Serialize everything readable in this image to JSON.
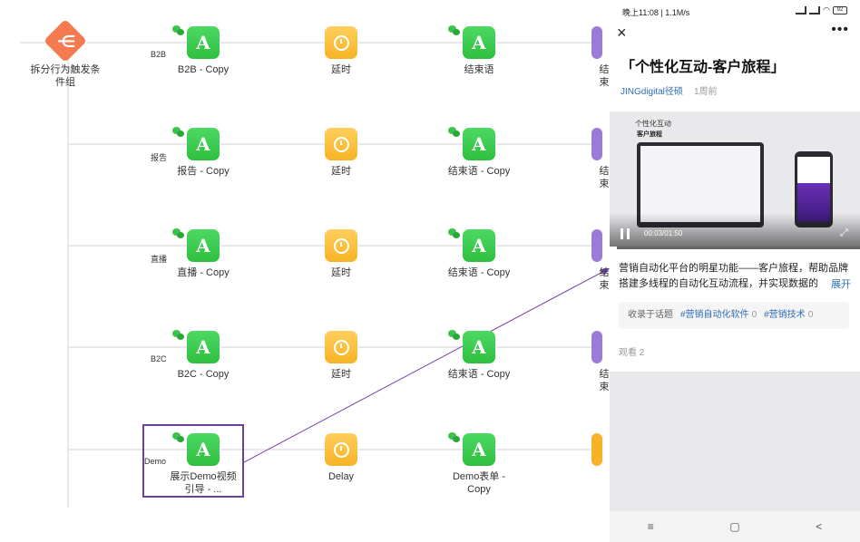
{
  "flow": {
    "start_label": "拆分行为触发条件组",
    "rows": [
      {
        "branch": "B2B",
        "node1": "B2B - Copy",
        "delay": "延时",
        "node3": "结束语",
        "node4": "结束"
      },
      {
        "branch": "报告",
        "node1": "报告 - Copy",
        "delay": "延时",
        "node3": "结束语 - Copy",
        "node4": "结束"
      },
      {
        "branch": "直播",
        "node1": "直播 - Copy",
        "delay": "延时",
        "node3": "结束语 - Copy",
        "node4": "结束"
      },
      {
        "branch": "B2C",
        "node1": "B2C - Copy",
        "delay": "延时",
        "node3": "结束语 - Copy",
        "node4": "结束"
      },
      {
        "branch": "Demo",
        "node1": "展示Demo视频引导 - ...",
        "delay": "Delay",
        "node3": "Demo表单 - Copy",
        "node4": ""
      }
    ],
    "node_glyph": "A",
    "colors": {
      "green": "#2fbf3c",
      "yellow": "#f7b326",
      "purple": "#9b7bd8",
      "highlight": "#6b3fa0"
    }
  },
  "phone": {
    "status_time": "晚上11:08 | 1.1M/s",
    "battery": "92",
    "close_icon": "×",
    "more_icon": "•••",
    "title": "「个性化互动-客户旅程」",
    "author": "JINGdigital径硕",
    "posted": "1周前",
    "video": {
      "heading": "个性化互动",
      "subheading": "客户旅程",
      "time": "00:03/01:50",
      "progress": 0.03
    },
    "description": "营销自动化平台的明星功能——客户旅程，帮助品牌搭建多线程的自动化互动流程，并实现数据的",
    "expand_label": "展开",
    "topics_label": "收录于话题",
    "topics": [
      {
        "tag": "#营销自动化软件",
        "count": "0"
      },
      {
        "tag": "#营销技术",
        "count": "0"
      }
    ],
    "views": "观看 2",
    "nav": [
      "≡",
      "▢",
      "<"
    ]
  }
}
